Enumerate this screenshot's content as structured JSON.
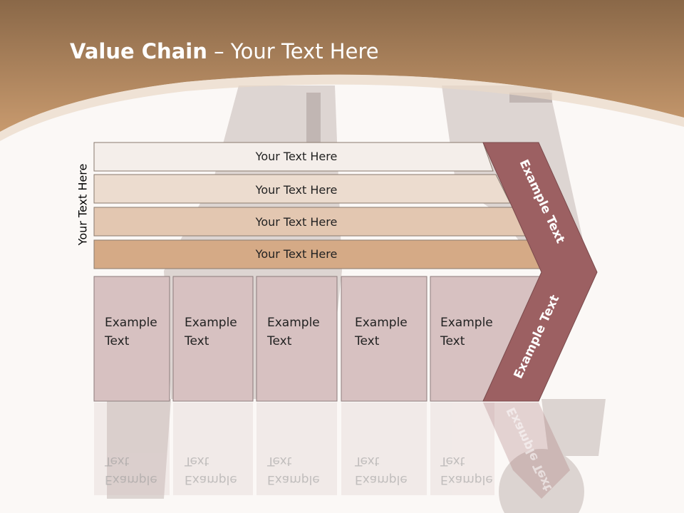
{
  "slide": {
    "title_bold": "Value Chain",
    "title_rest": " – Your Text Here",
    "side_label": "Your Text Here"
  },
  "rows": [
    {
      "label": "Your Text Here",
      "color": "#f4eeea"
    },
    {
      "label": "Your Text Here",
      "color": "#ecdccf"
    },
    {
      "label": "Your Text Here",
      "color": "#e3c7b1"
    },
    {
      "label": "Your Text Here",
      "color": "#d5aa86"
    }
  ],
  "columns": [
    {
      "line1": "Example",
      "line2": "Text"
    },
    {
      "line1": "Example",
      "line2": "Text"
    },
    {
      "line1": "Example",
      "line2": "Text"
    },
    {
      "line1": "Example",
      "line2": "Text"
    },
    {
      "line1": "Example",
      "line2": "Text"
    }
  ],
  "chevron": {
    "upper_label": "Example Text",
    "lower_label": "Example Text",
    "color": "#9c6062"
  },
  "colors": {
    "header_brown": "#b98a62",
    "column_fill": "#d7c1c1",
    "background": "#fbf8f6"
  }
}
